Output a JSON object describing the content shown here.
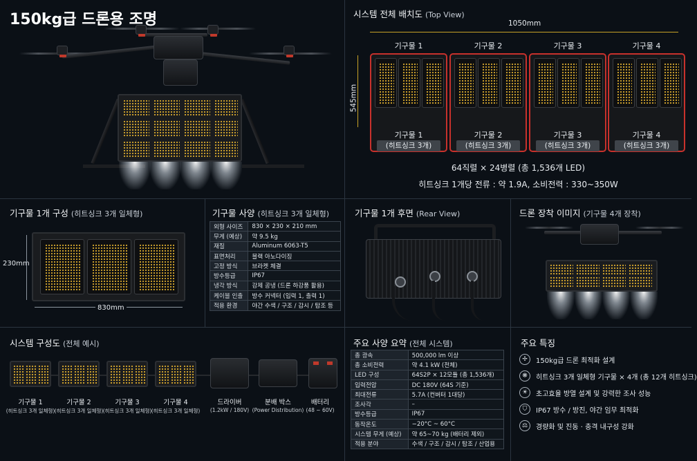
{
  "main_title": "150kg급 드론용 조명",
  "top_view": {
    "title": "시스템 전체 배치도",
    "title_sub": "(Top View)",
    "width_dim": "1050mm",
    "height_dim": "545mm",
    "fixtures": [
      {
        "top_label": "기구물 1",
        "name": "기구물 1",
        "sub": "(히트싱크 3개)"
      },
      {
        "top_label": "기구물 2",
        "name": "기구물 2",
        "sub": "(히트싱크 3개)"
      },
      {
        "top_label": "기구물 3",
        "name": "기구물 3",
        "sub": "(히트싱크 3개)"
      },
      {
        "top_label": "기구물 4",
        "name": "기구물 4",
        "sub": "(히트싱크 3개)"
      }
    ],
    "led_line": "64직렬 × 24병렬 (총 1,536개 LED)",
    "power_line": "히트싱크 1개당 전류 : 약 1.9A, 소비전력 : 330~350W"
  },
  "fixture_config": {
    "title": "기구물 1개 구성",
    "title_sub": "(히트싱크 3개 일체형)",
    "height_dim": "230mm",
    "width_dim": "830mm"
  },
  "fixture_spec": {
    "title": "기구물 사양",
    "title_sub": "(히트싱크 3개 일체형)",
    "rows": [
      {
        "k": "외형 사이즈",
        "v": "830 × 230 × 210 mm"
      },
      {
        "k": "무게 (예상)",
        "v": "약 9.5 kg"
      },
      {
        "k": "재질",
        "v": "Aluminum 6063-T5"
      },
      {
        "k": "표면처리",
        "v": "블랙 아노다이징"
      },
      {
        "k": "고정 방식",
        "v": "브라켓 체결"
      },
      {
        "k": "방수등급",
        "v": "IP67"
      },
      {
        "k": "냉각 방식",
        "v": "강제 공냉 (드론 하강풍 활용)"
      },
      {
        "k": "케이블 인출",
        "v": "방수 커넥터 (입력 1, 출력 1)"
      },
      {
        "k": "적용 환경",
        "v": "야간 수색 / 구조 / 감시 / 탐조 등"
      }
    ]
  },
  "rear_view": {
    "title": "기구물 1개 후면",
    "title_sub": "(Rear View)"
  },
  "mount_image": {
    "title": "드론 장착 이미지",
    "title_sub": "(기구물 4개 장착)"
  },
  "system_config": {
    "title": "시스템 구성도",
    "title_sub": "(전체 예시)",
    "items": [
      {
        "name": "기구물 1",
        "sub": "(히트싱크 3개 일체형)"
      },
      {
        "name": "기구물 2",
        "sub": "(히트싱크 3개 일체형)"
      },
      {
        "name": "기구물 3",
        "sub": "(히트싱크 3개 일체형)"
      },
      {
        "name": "기구물 4",
        "sub": "(히트싱크 3개 일체형)"
      },
      {
        "name": "드라이버",
        "sub": "(1.2kW / 180V)"
      },
      {
        "name": "분배 박스",
        "sub": "(Power Distribution)"
      },
      {
        "name": "배터리",
        "sub": "(48 ~ 60V)"
      }
    ]
  },
  "spec_summary": {
    "title": "주요 사양 요약",
    "title_sub": "(전체 시스템)",
    "rows": [
      {
        "k": "총 광속",
        "v": "500,000 lm 이상"
      },
      {
        "k": "총 소비전력",
        "v": "약 4.1 kW (전체)"
      },
      {
        "k": "LED 구성",
        "v": "64S2P × 12모듈 (총 1,536개)"
      },
      {
        "k": "입력전압",
        "v": "DC 180V (64S 기준)"
      },
      {
        "k": "최대전류",
        "v": "5.7A (컨버터 1대당)"
      },
      {
        "k": "조사각",
        "v": "–"
      },
      {
        "k": "방수등급",
        "v": "IP67"
      },
      {
        "k": "동작온도",
        "v": "−20°C ~ 60°C"
      },
      {
        "k": "시스템 무게 (예상)",
        "v": "약 65~70 kg (배터리 제외)"
      },
      {
        "k": "적용 분야",
        "v": "수색 / 구조 / 감시 / 탐조 / 산업용"
      }
    ]
  },
  "features": {
    "title": "주요 특징",
    "items": [
      {
        "icon": "drone-icon",
        "glyph": "✢",
        "text": "150kg급 드론 최적화 설계"
      },
      {
        "icon": "heatsink-icon",
        "glyph": "❋",
        "text": "히트싱크 3개 일체형 기구물 × 4개 (총 12개 히트싱크)"
      },
      {
        "icon": "sun-icon",
        "glyph": "☀",
        "text": "초고효율 방열 설계 및 강력한 조사 성능"
      },
      {
        "icon": "shield-icon",
        "glyph": "⛉",
        "text": "IP67 방수 / 방진, 야간 임무 최적화"
      },
      {
        "icon": "balance-icon",
        "glyph": "⚖",
        "text": "경량화 및 진동 · 충격 내구성 강화"
      }
    ]
  },
  "colors": {
    "accent_red": "#c8312c",
    "led_amber": "#e4b12f",
    "background": "#0b1016",
    "dim_gold": "#c9a227"
  }
}
